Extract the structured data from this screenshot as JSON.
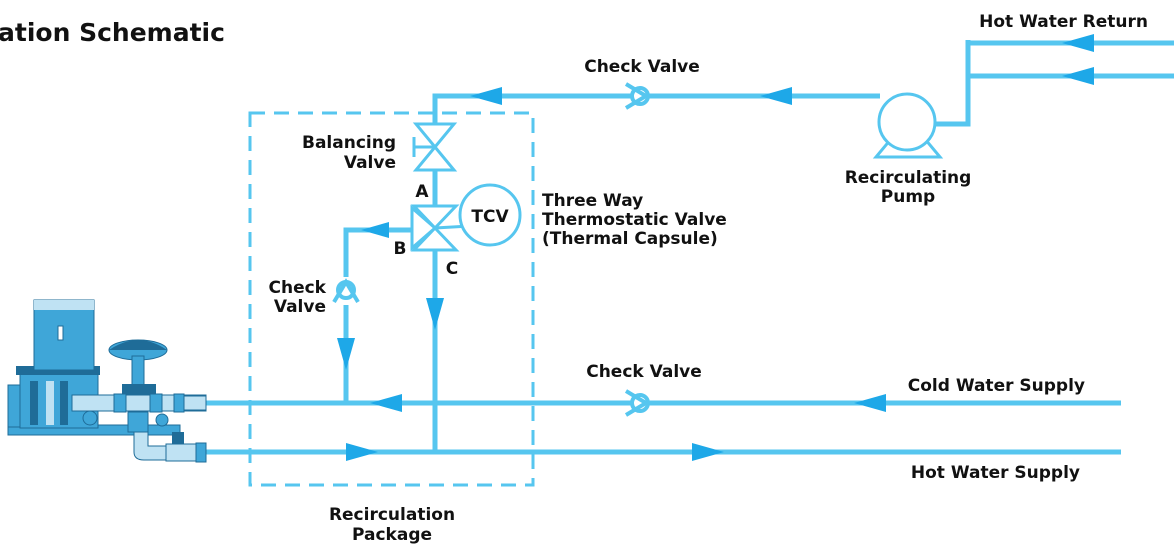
{
  "title": "ation Schematic",
  "labels": {
    "hot_water_return": "Hot Water Return",
    "check_valve_top": "Check Valve",
    "balancing_valve_1": "Balancing",
    "balancing_valve_2": "Valve",
    "port_a": "A",
    "port_b": "B",
    "port_c": "C",
    "tcv": "TCV",
    "three_way_1": "Three Way",
    "three_way_2": "Thermostatic Valve",
    "three_way_3": "(Thermal Capsule)",
    "recirc_pump_1": "Recirculating",
    "recirc_pump_2": "Pump",
    "check_valve_left_1": "Check",
    "check_valve_left_2": "Valve",
    "check_valve_mid": "Check Valve",
    "cold_water_supply": "Cold Water Supply",
    "hot_water_supply": "Hot Water Supply",
    "package_1": "Recirculation",
    "package_2": "Package"
  },
  "colors": {
    "pipe": "#56c6ef",
    "arrow": "#1ea8e8",
    "text": "#111111",
    "heater_body": "#3fa6d8",
    "heater_dark": "#1f6c98",
    "heater_light": "#bfe2f3"
  }
}
